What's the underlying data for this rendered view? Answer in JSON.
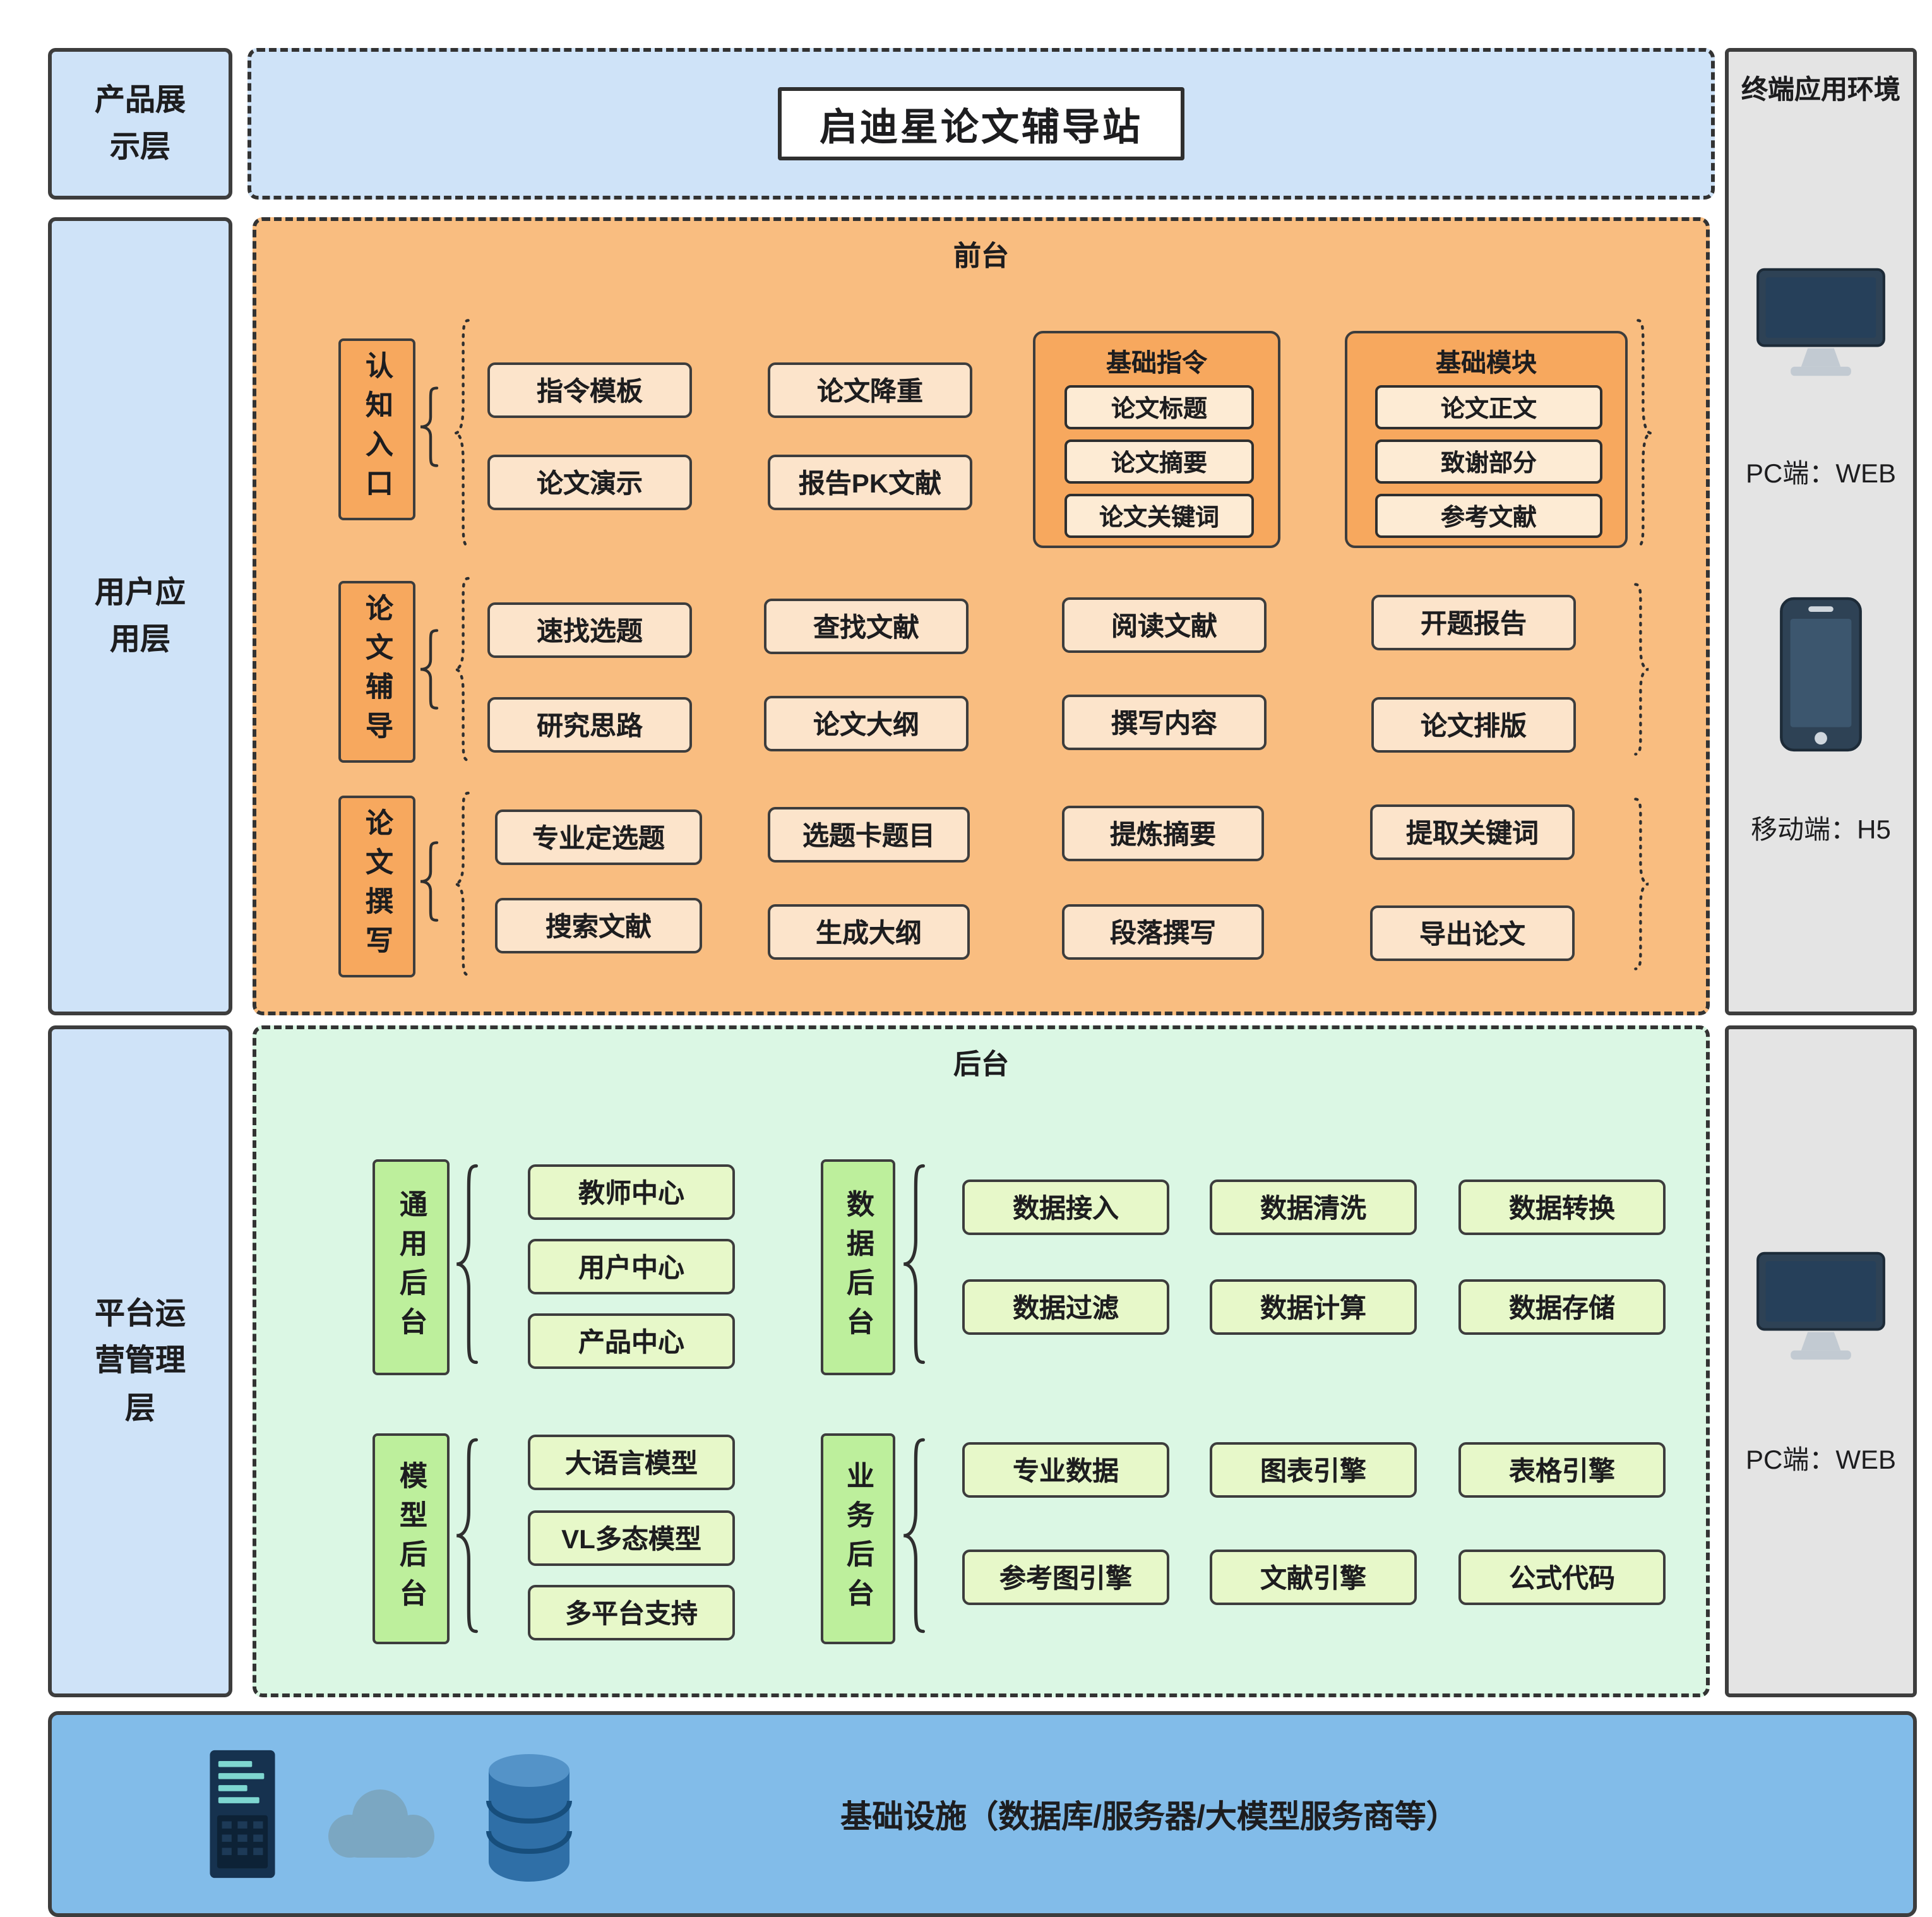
{
  "palette": {
    "layer_blue": "#cfe3f8",
    "frontend_orange": "#f9bd80",
    "node_cream": "#fce4cb",
    "group_orange": "#f7a85e",
    "backend_green": "#dbf7e4",
    "node_green": "#e7f8c9",
    "label_green": "#bdef9c",
    "terminal_gray": "#e4e4e4",
    "infra_blue": "#82bce9",
    "border_dark": "#3d3d3d"
  },
  "layers": {
    "product": "产品展示层",
    "user": "用户应用层",
    "platform": "平台运营管理层"
  },
  "title": "启迪星论文辅导站",
  "frontend": {
    "zone_label": "前台",
    "row1": {
      "label": "认知入口",
      "col1": [
        "指令模板",
        "论文演示"
      ],
      "col2": [
        "论文降重",
        "报告PK文献"
      ],
      "group1": {
        "title": "基础指令",
        "items": [
          "论文标题",
          "论文摘要",
          "论文关键词"
        ]
      },
      "group2": {
        "title": "基础模块",
        "items": [
          "论文正文",
          "致谢部分",
          "参考文献"
        ]
      }
    },
    "row2": {
      "label": "论文辅导",
      "cols": [
        [
          "速找选题",
          "研究思路"
        ],
        [
          "查找文献",
          "论文大纲"
        ],
        [
          "阅读文献",
          "撰写内容"
        ],
        [
          "开题报告",
          "论文排版"
        ]
      ]
    },
    "row3": {
      "label": "论文撰写",
      "cols": [
        [
          "专业定选题",
          "搜索文献"
        ],
        [
          "选题卡题目",
          "生成大纲"
        ],
        [
          "提炼摘要",
          "段落撰写"
        ],
        [
          "提取关键词",
          "导出论文"
        ]
      ]
    }
  },
  "backend": {
    "zone_label": "后台",
    "general": {
      "label": "通用后台",
      "items": [
        "教师中心",
        "用户中心",
        "产品中心"
      ]
    },
    "data": {
      "label": "数据后台",
      "rows": [
        [
          "数据接入",
          "数据清洗",
          "数据转换"
        ],
        [
          "数据过滤",
          "数据计算",
          "数据存储"
        ]
      ]
    },
    "model": {
      "label": "模型后台",
      "items": [
        "大语言模型",
        "VL多态模型",
        "多平台支持"
      ]
    },
    "business": {
      "label": "业务后台",
      "rows": [
        [
          "专业数据",
          "图表引擎",
          "表格引擎"
        ],
        [
          "参考图引擎",
          "文献引擎",
          "公式代码"
        ]
      ]
    }
  },
  "terminal": {
    "title": "终端应用环境",
    "pc_label": "PC端：WEB",
    "mobile_label": "移动端：H5",
    "pc_label_2": "PC端：WEB"
  },
  "infrastructure": {
    "label": "基础设施（数据库/服务器/大模型服务商等）"
  },
  "icons": [
    "monitor-icon",
    "smartphone-icon",
    "server-icon",
    "cloud-icon",
    "database-icon"
  ]
}
